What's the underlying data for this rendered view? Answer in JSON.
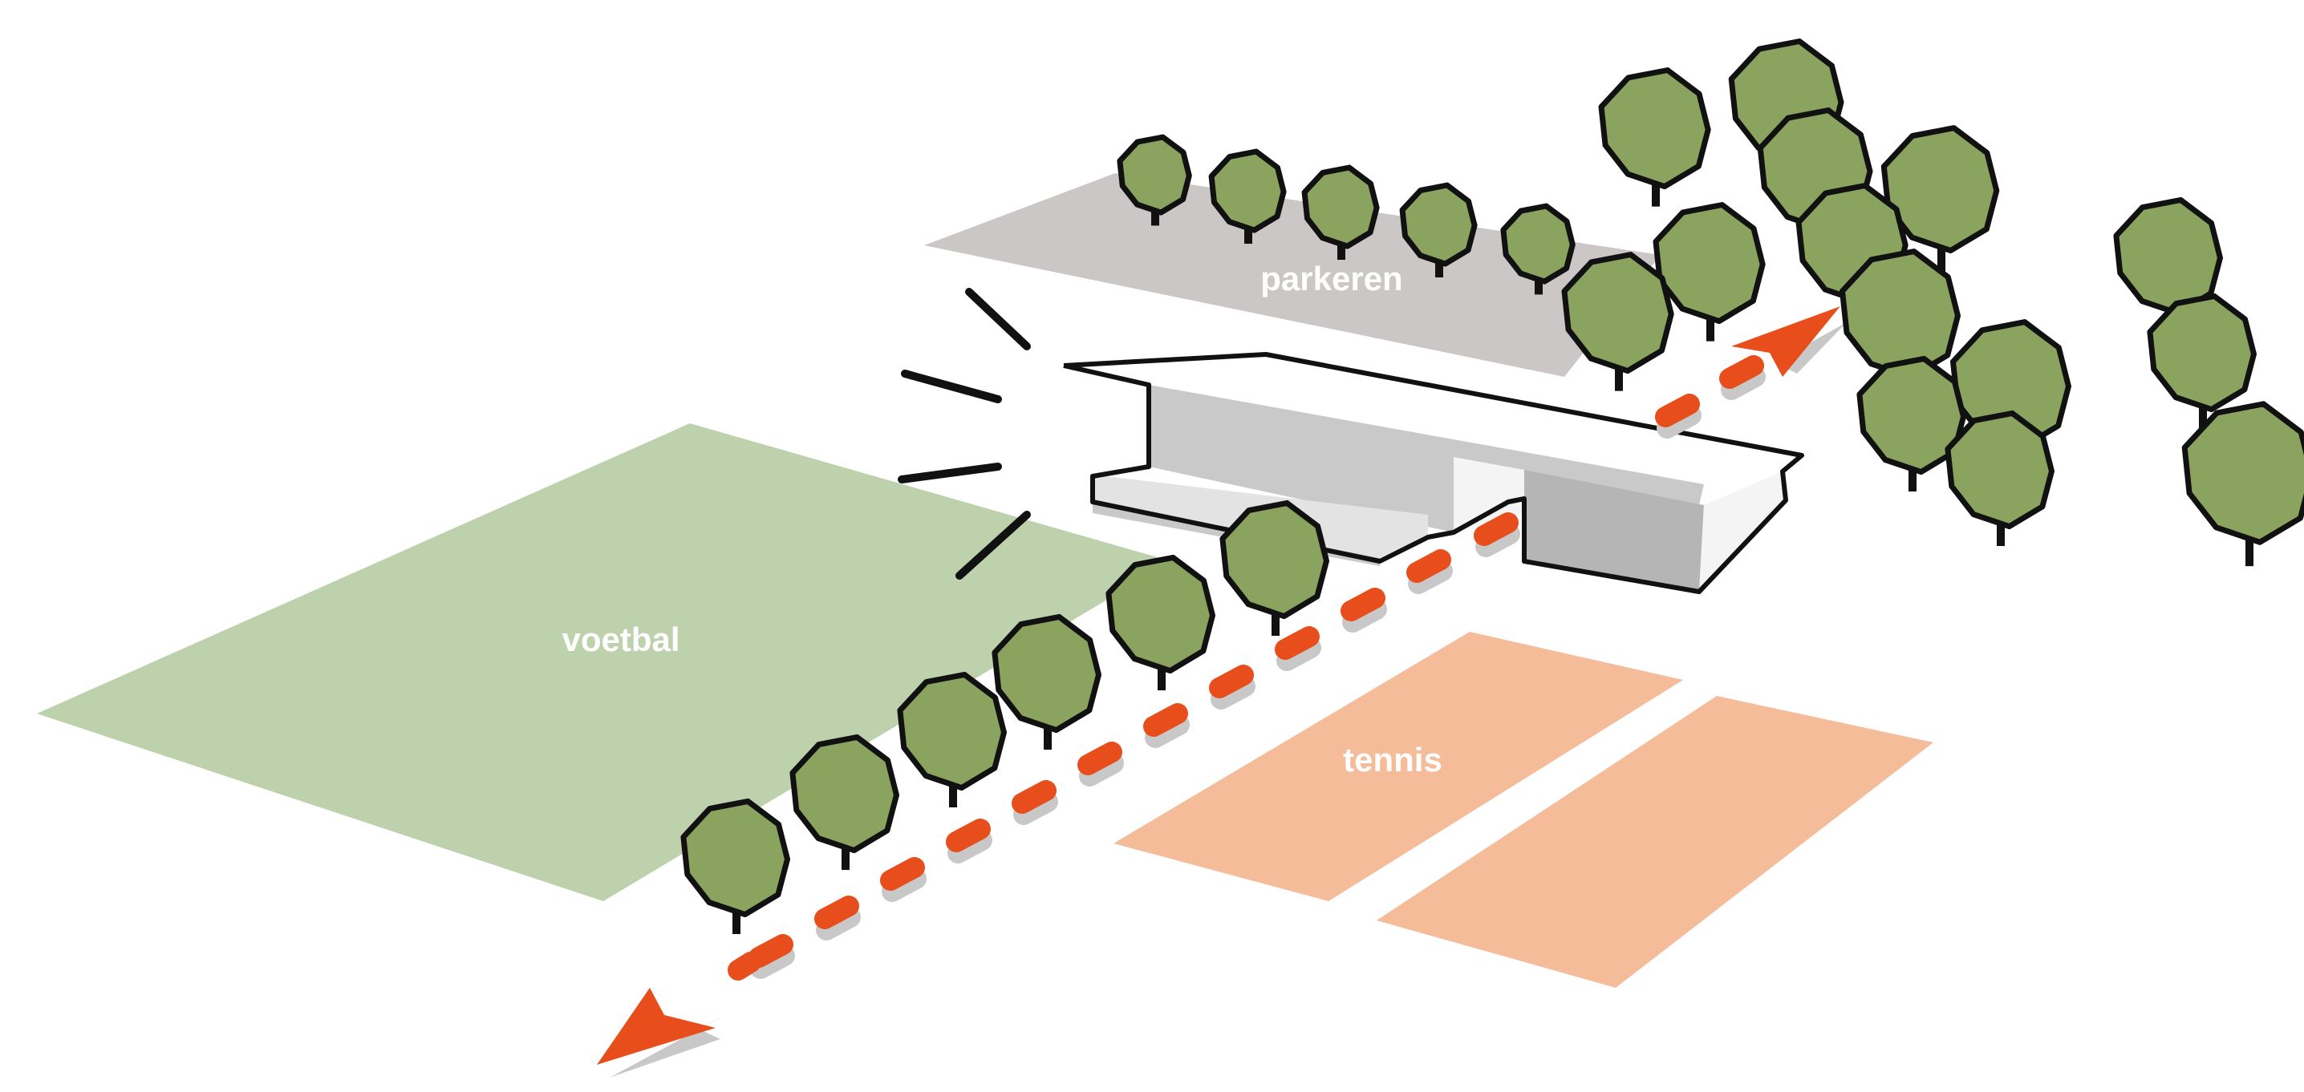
{
  "diagram": {
    "labels": {
      "football": "voetbal",
      "parking": "parkeren",
      "tennis": "tennis"
    },
    "colors": {
      "football_field": "#bdd1ad",
      "parking_area": "#ccc7c7",
      "tennis_courts": "#f5bc99",
      "tree_canopy": "#8aa35e",
      "tree_outline": "#111111",
      "route": "#e84d1c",
      "route_shadow": "#c8c8c8",
      "building_light": "#f4f4f4",
      "building_mid": "#c9c9c9",
      "building_dark": "#b5b5b5"
    },
    "icons": [
      "tree-icon",
      "route-arrow-icon",
      "building-icon"
    ]
  }
}
